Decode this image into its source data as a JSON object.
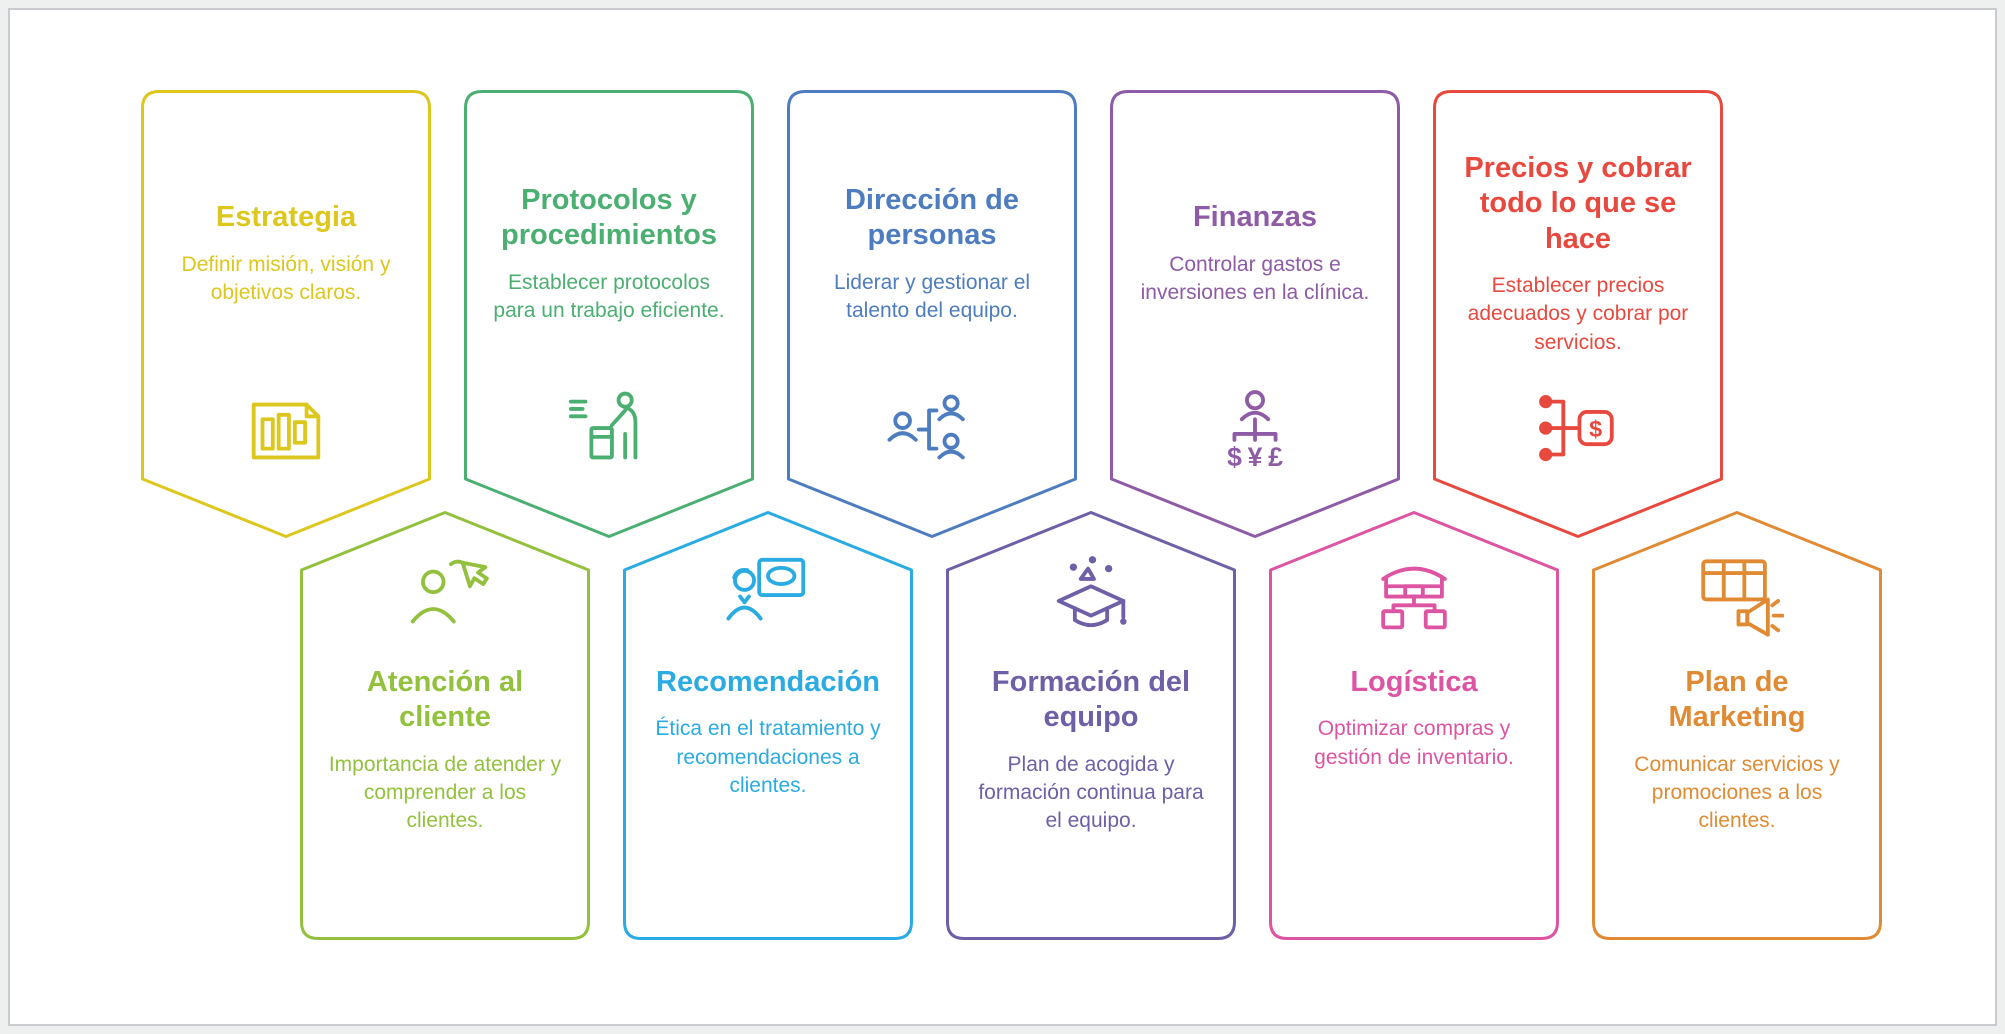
{
  "page": {
    "background_color": "#eef0f0",
    "panel_border_color": "#c9cbce"
  },
  "diagram": {
    "cards": [
      {
        "title": "Estrategia",
        "description": "Definir misión, visión y objetivos claros.",
        "color": "#ddc71d",
        "icon": "documents-icon"
      },
      {
        "title": "Protocolos y procedimientos",
        "description": "Establecer protocolos para un trabajo eficiente.",
        "color": "#4caf72",
        "icon": "person-desk-icon"
      },
      {
        "title": "Dirección de personas",
        "description": "Liderar y gestionar el talento del equipo.",
        "color": "#4d7dbf",
        "icon": "org-chart-icon"
      },
      {
        "title": "Finanzas",
        "description": "Controlar gastos e inversiones en la clínica.",
        "color": "#8e5ba6",
        "icon": "finance-person-icon"
      },
      {
        "title": "Precios y cobrar todo lo que se hace",
        "description": "Establecer precios adecuados y cobrar por servicios.",
        "color": "#e8493f",
        "icon": "price-flow-icon"
      },
      {
        "title": "Atención al cliente",
        "description": "Importancia de atender y comprender a los clientes.",
        "color": "#93c13e",
        "icon": "customer-cursor-icon"
      },
      {
        "title": "Recomendación",
        "description": "Ética en el tratamiento y recomendaciones a clientes.",
        "color": "#2aabe2",
        "icon": "presentation-icon"
      },
      {
        "title": "Formación del equipo",
        "description": "Plan de acogida y formación continua para el equipo.",
        "color": "#6f5fa7",
        "icon": "graduation-cap-icon"
      },
      {
        "title": "Logística",
        "description": "Optimizar compras y gestión de inventario.",
        "color": "#dd55a2",
        "icon": "warehouse-icon"
      },
      {
        "title": "Plan de Marketing",
        "description": "Comunicar servicios y promociones a los clientes.",
        "color": "#e08b33",
        "icon": "megaphone-calendar-icon"
      }
    ]
  }
}
